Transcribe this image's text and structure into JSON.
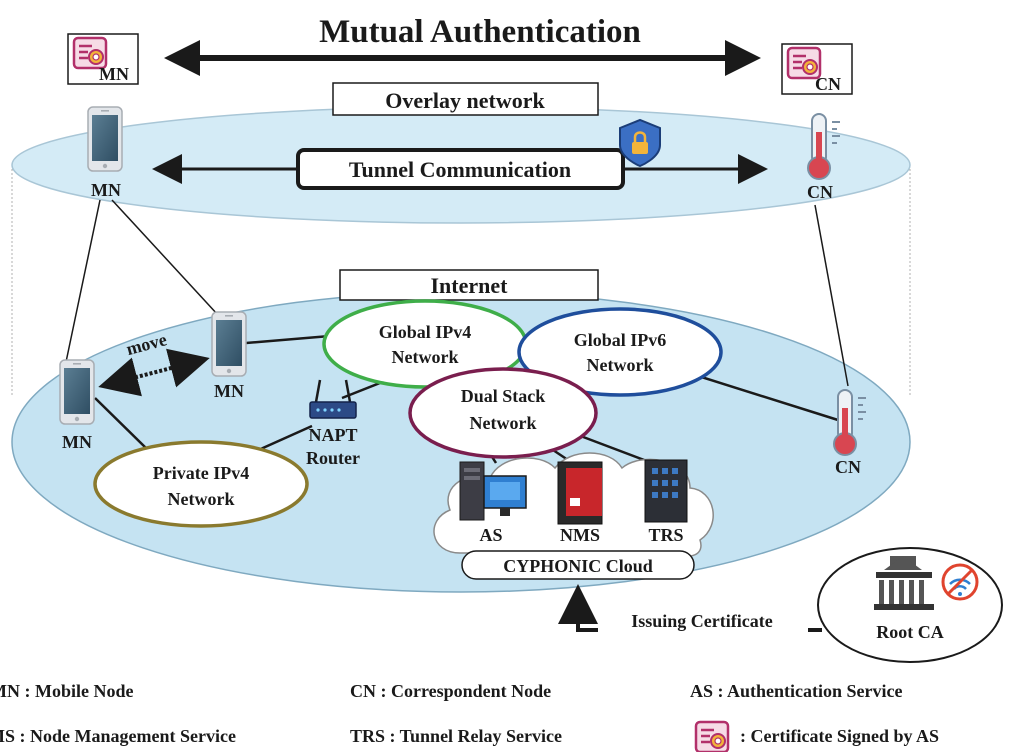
{
  "title": "Mutual Authentication",
  "overlay_label": "Overlay network",
  "tunnel_label": "Tunnel Communication",
  "internet_label": "Internet",
  "nodes": {
    "mn_cert_label": "MN",
    "cn_cert_label": "CN",
    "mn_overlay": "MN",
    "cn_overlay": "CN",
    "mn_left": "MN",
    "mn_mid": "MN",
    "cn_internet": "CN",
    "move": "move"
  },
  "networks": {
    "global_ipv4": [
      "Global IPv4",
      "Network"
    ],
    "global_ipv6": [
      "Global IPv6",
      "Network"
    ],
    "dual_stack": [
      "Dual Stack",
      "Network"
    ],
    "private_ipv4": [
      "Private IPv4",
      "Network"
    ]
  },
  "router_label": [
    "NAPT",
    "Router"
  ],
  "servers": {
    "as": "AS",
    "nms": "NMS",
    "trs": "TRS"
  },
  "cloud_label": "CYPHONIC Cloud",
  "issuing_label": "Issuing Certificate",
  "root_ca_label": "Root CA",
  "legend": {
    "mn": "MN  : Mobile Node",
    "cn": "CN  : Correspondent Node",
    "as": "AS   : Authentication Service",
    "nms": "NMS : Node Management Service",
    "trs": "TRS : Tunnel Relay Service",
    "cert": ": Certificate Signed by AS"
  },
  "colors": {
    "overlay_fill": "#d4ebf6",
    "internet_fill": "#c5e3f2",
    "global_ipv4_border": "#3fae49",
    "global_ipv6_border": "#1f4e9c",
    "dual_stack_border": "#7a1e4e",
    "private_ipv4_border": "#8a7a2e",
    "certificate": "#b2306a"
  }
}
